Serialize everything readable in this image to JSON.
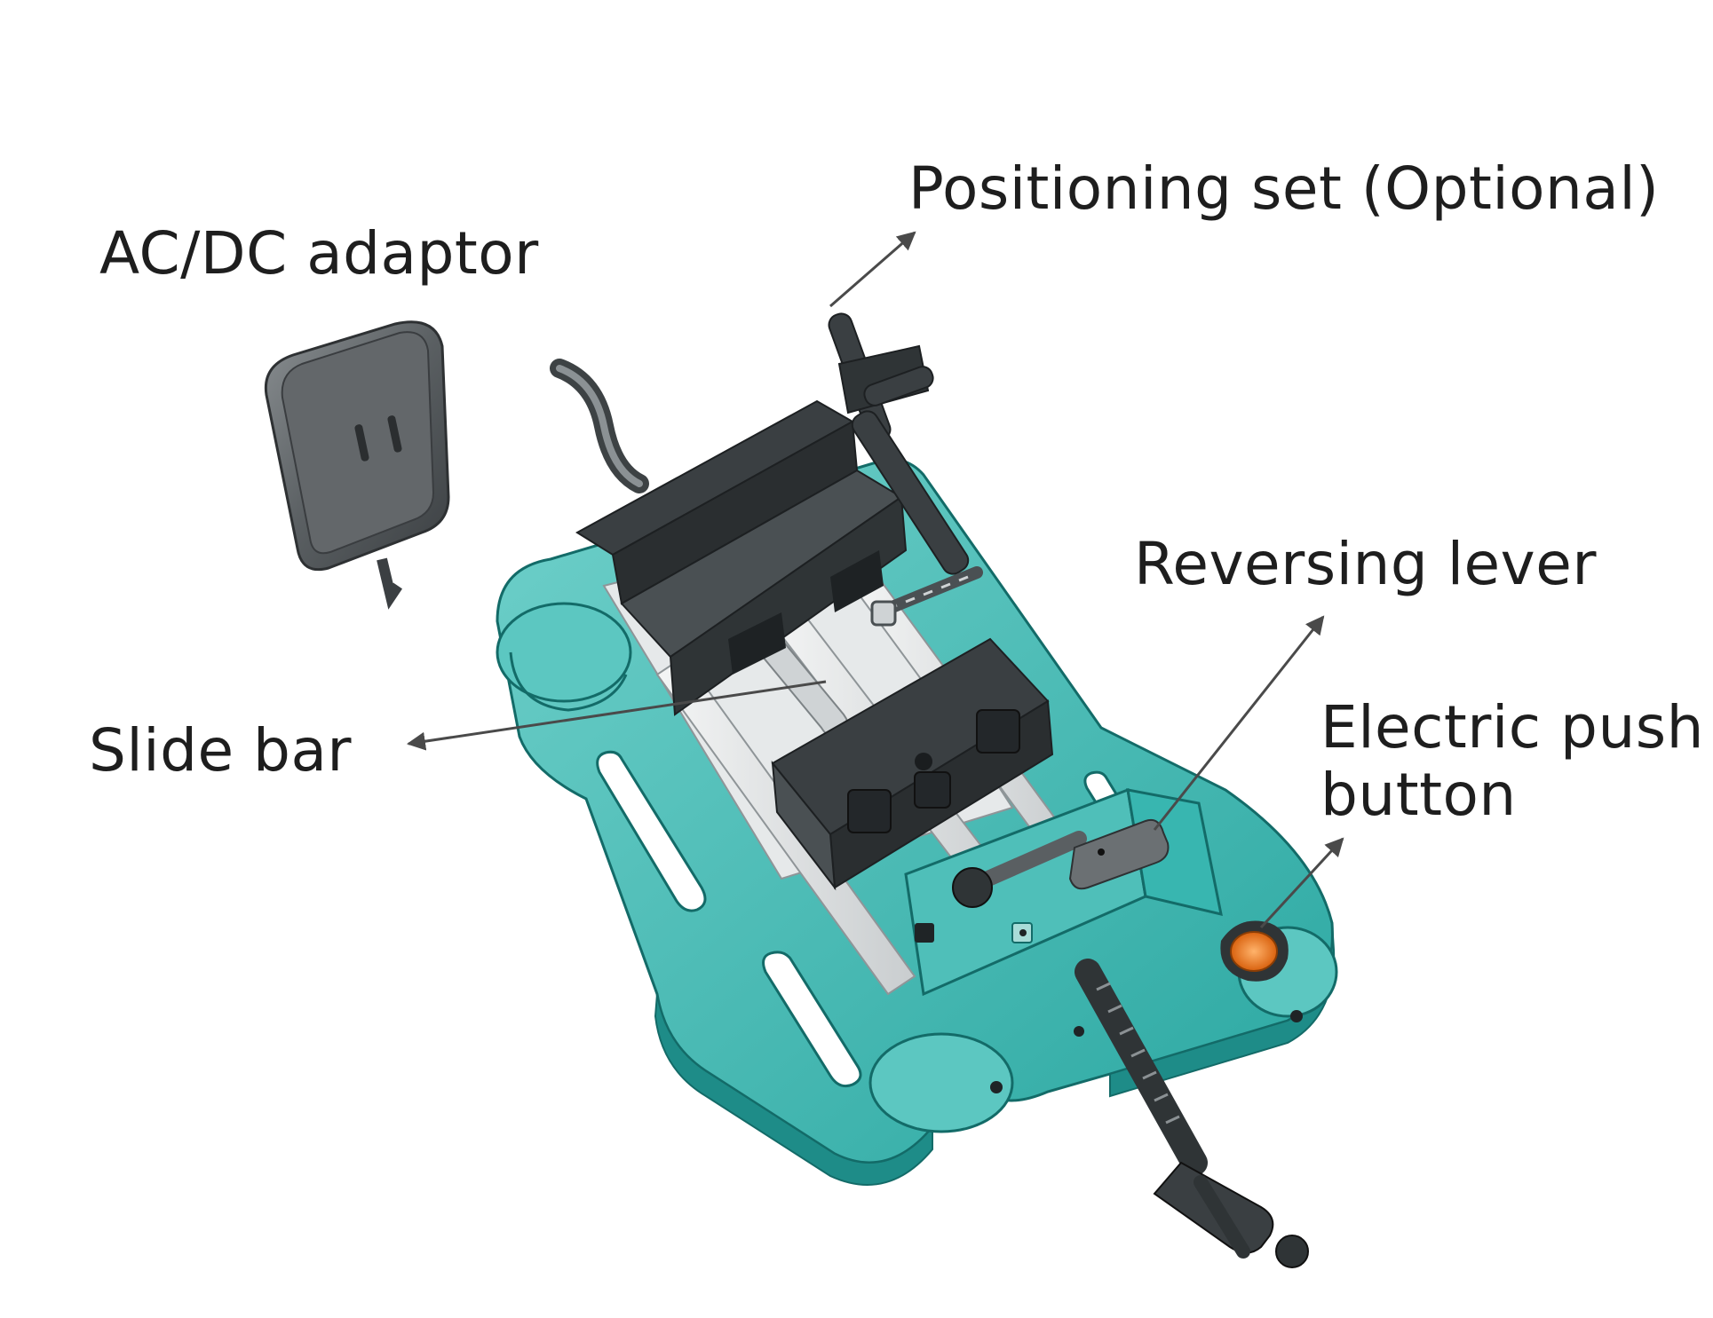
{
  "labels": {
    "positioning_set": "Positioning set (Optional)",
    "ac_dc_adaptor": "AC/DC adaptor",
    "reversing_lever": "Reversing lever",
    "electric_push_button_line1": "Electric push",
    "electric_push_button_line2": "button",
    "slide_bar": "Slide bar"
  },
  "colors": {
    "base_teal": "#38b6b0",
    "base_teal_dark": "#1e8c88",
    "base_teal_light": "#7fd6d0",
    "jaw_dark": "#2f3436",
    "jaw_mid": "#4a5053",
    "rail_silver": "#e4e7e8",
    "adaptor_gray": "#55595c",
    "button_orange": "#e8781e",
    "arrow": "#4a4a4a",
    "text": "#1e1e1e"
  }
}
